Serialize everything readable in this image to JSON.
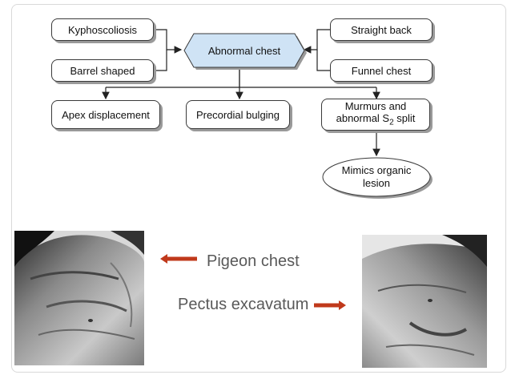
{
  "diagram": {
    "center": "Abnormal chest",
    "inputs_left": [
      "Kyphoscoliosis",
      "Barrel shaped"
    ],
    "inputs_right": [
      "Straight back",
      "Funnel chest"
    ],
    "effects": [
      "Apex displacement",
      "Precordial bulging"
    ],
    "murmur_line1": "Murmurs and",
    "murmur_line2_prefix": "abnormal S",
    "murmur_subscript": "2",
    "murmur_line2_suffix": " split",
    "result_line1": "Mimics organic",
    "result_line2": "lesion"
  },
  "captions": {
    "pigeon": "Pigeon chest",
    "pectus": "Pectus excavatum"
  },
  "colors": {
    "hexagon_fill": "#cfe3f5",
    "arrow_red": "#c0391b",
    "caption_text": "#595959"
  }
}
